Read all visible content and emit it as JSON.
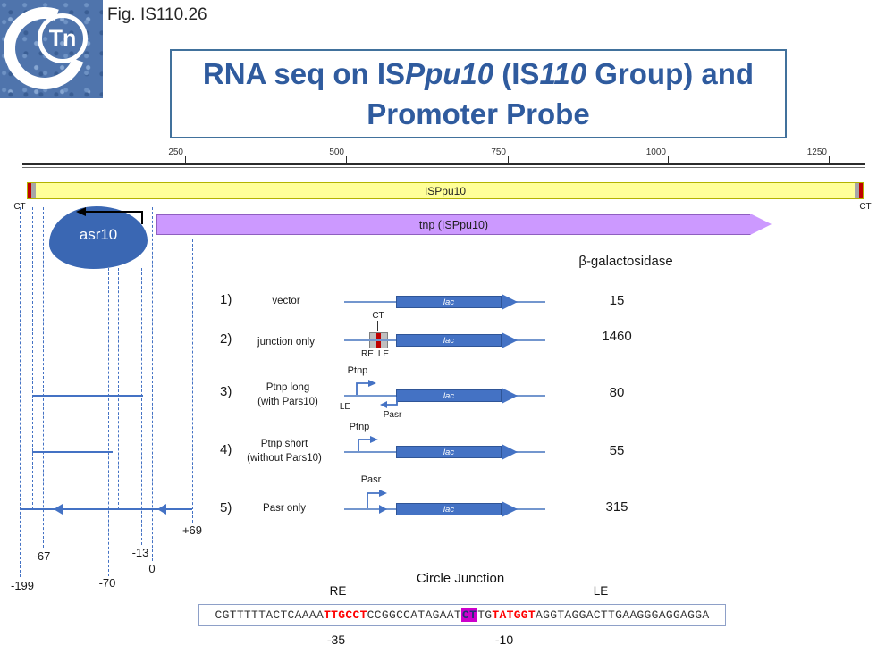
{
  "header": {
    "fig_label": "Fig. IS110.26",
    "logo_text": "Tn",
    "title": {
      "p1": "RNA seq on IS",
      "p2": "Ppu10",
      "p3": " (IS",
      "p4": "110",
      "p5": " Group) and",
      "line2": "Promoter Probe"
    }
  },
  "ruler": {
    "ticks": [
      "250",
      "500",
      "750",
      "1000",
      "1250"
    ]
  },
  "map": {
    "element": "ISPpu10",
    "tnp": "tnp (ISPpu10)",
    "asr": "asr10",
    "ct_left": "CT",
    "ct_right": "CT"
  },
  "coords": {
    "p69": "+69",
    "m67": "-67",
    "m13": "-13",
    "zero": "0",
    "m199": "-199",
    "m70": "-70"
  },
  "assay": {
    "header": "β-galactosidase",
    "lac": "lac",
    "rows": [
      {
        "num": "1)",
        "name": "vector",
        "value": "15"
      },
      {
        "num": "2)",
        "name": "junction only",
        "value": "1460",
        "ct": "CT",
        "re": "RE",
        "le": "LE"
      },
      {
        "num": "3)",
        "name": "Ptnp long",
        "sub": "(with Pars10)",
        "value": "80",
        "ptnp": "Ptnp",
        "le": "LE",
        "pasr": "Pasr"
      },
      {
        "num": "4)",
        "name": "Ptnp short",
        "sub": "(without Pars10)",
        "value": "55",
        "ptnp": "Ptnp"
      },
      {
        "num": "5)",
        "name": "Pasr only",
        "value": "315",
        "pasr": "Pasr"
      }
    ]
  },
  "junction": {
    "title": "Circle Junction",
    "re": "RE",
    "le": "LE",
    "seq": {
      "p1": "CGTTTTTACTCAAAA",
      "m35": "TTGCCT",
      "p2": "CCGGCCATAGAAT",
      "ct": "CT",
      "p3": "TG",
      "m10": "TATGGT",
      "p4": "AGGTAGGACTTGAAGGGAGGAGGA"
    },
    "m35_label": "-35",
    "m10_label": "-10"
  },
  "colors": {
    "title_blue": "#2F5B9E",
    "construct_blue": "#4472C4",
    "map_yellow": "#FFFF99",
    "tnp_purple": "#CC99FF",
    "end_red": "#C00000",
    "junction_magenta": "#CC00CC",
    "sequence_red": "#FF0000"
  }
}
